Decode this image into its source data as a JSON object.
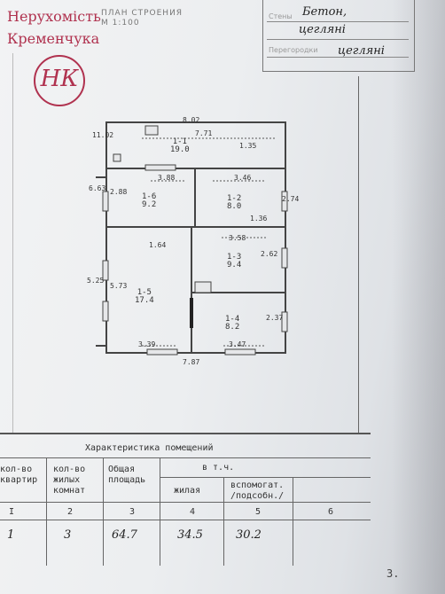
{
  "agency": {
    "line1": "Нерухомість",
    "line2": "Кременчука",
    "logo_letters": "НК"
  },
  "plan_title": {
    "line1": "ПЛАН СТРОЕНИЯ",
    "line2": "М    1:100"
  },
  "stamp": {
    "entry1": "Бетон,",
    "entry2": "цегляні",
    "entry3": "цегляні",
    "faint1": "Стены",
    "faint2": "Перегородки"
  },
  "floorplan": {
    "dims": {
      "top_width": "8.02",
      "left_outer": "11.02",
      "room1_width": "7.71",
      "room1_right": "1.35",
      "room6_width": "3.88",
      "room2_width": "3.46",
      "room6_height": "2.88",
      "left_mid": "6.63",
      "right_mid": "2.74",
      "room2_right": "1.36",
      "corner_label": "1.64",
      "room3_top": "3.58",
      "room3_right": "2.62",
      "left_low": "5.25",
      "room5_height": "5.73",
      "room4_right": "2.37",
      "room5_width": "3.39",
      "room4_width": "3.47",
      "bottom_width": "7.87"
    },
    "rooms": [
      {
        "id": "1-1",
        "area": "19.0"
      },
      {
        "id": "1-6",
        "area": "9.2"
      },
      {
        "id": "1-2",
        "area": "8.0"
      },
      {
        "id": "1-3",
        "area": "9.4"
      },
      {
        "id": "1-5",
        "area": "17.4"
      },
      {
        "id": "1-4",
        "area": "8.2"
      }
    ]
  },
  "table": {
    "title": "Характеристика помещений",
    "headers": {
      "col1": [
        "кол-во",
        "квартир"
      ],
      "col2": [
        "кол-во",
        "жилых",
        "комнат"
      ],
      "col3": [
        "Общая",
        "площадь"
      ],
      "incl": "в т.ч.",
      "col4": "жилая",
      "col5": [
        "вспомогат.",
        "/подсобн./"
      ]
    },
    "numbers": [
      "I",
      "2",
      "3",
      "4",
      "5",
      "6"
    ],
    "row": [
      "1",
      "3",
      "64.7",
      "34.5",
      "30.2"
    ]
  },
  "page_number": "3."
}
